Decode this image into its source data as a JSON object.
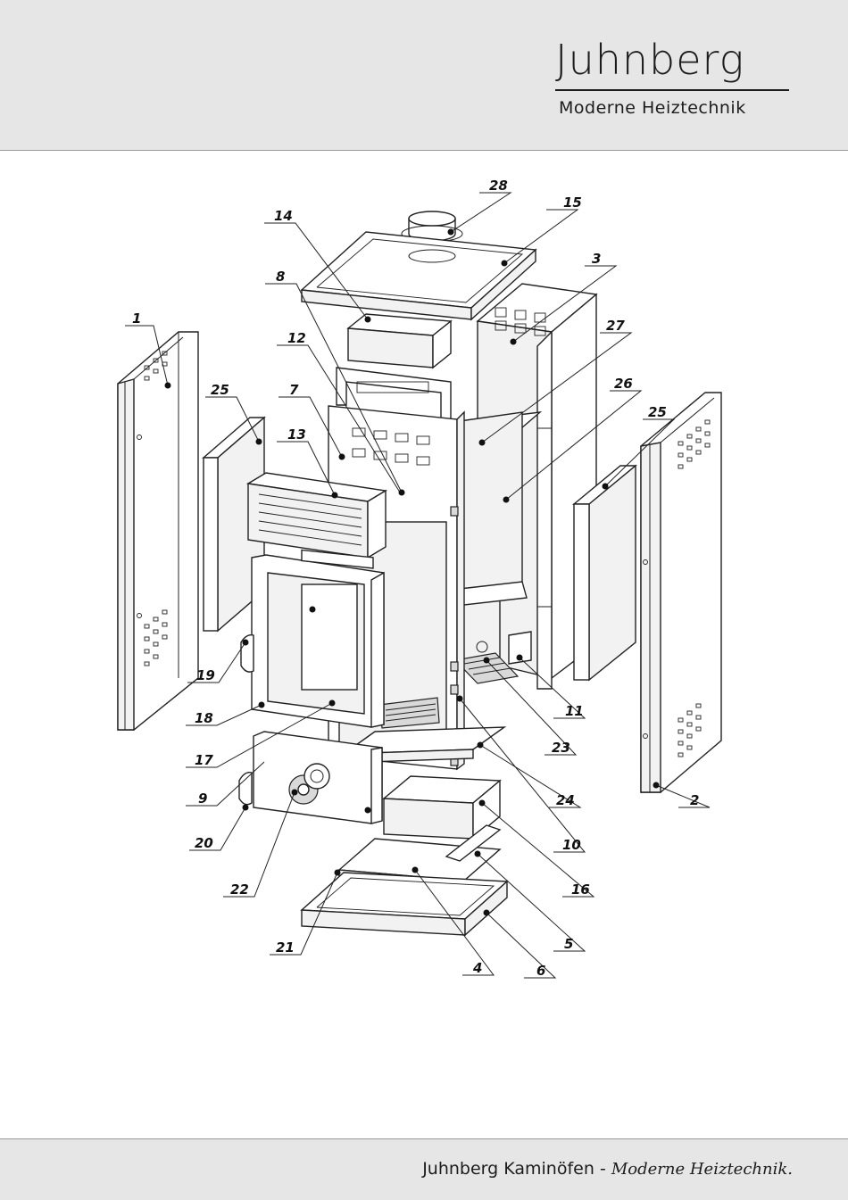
{
  "header": {
    "brand": "Juhnberg",
    "tagline": "Moderne Heiztechnik"
  },
  "footer": {
    "company": "Juhnberg Kaminöfen",
    "separator": "-",
    "slogan": "Moderne Heiztechnik."
  },
  "diagram": {
    "part_labels": [
      "1",
      "2",
      "3",
      "4",
      "5",
      "6",
      "7",
      "8",
      "9",
      "10",
      "11",
      "12",
      "13",
      "14",
      "15",
      "16",
      "17",
      "18",
      "19",
      "20",
      "21",
      "22",
      "23",
      "24",
      "25",
      "25",
      "26",
      "27",
      "28"
    ]
  }
}
